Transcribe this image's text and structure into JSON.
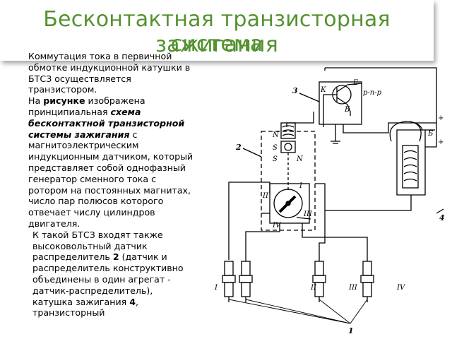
{
  "slide": {
    "title_line1": "Бесконтактная транзисторная система",
    "title_line2": "зажигания",
    "accent_color": "#54922f"
  },
  "body": {
    "p1": "Коммутация тока в первичной обмотке индукционной катушки в БТСЗ осуществляется транзистором.",
    "p2_a": "На ",
    "p2_b": "рисунке",
    "p2_c": " изображена принципиальная ",
    "p2_d": "схема бесконтактной транзисторной системы зажигания",
    "p2_e": " с магнитоэлектрическим индукционным датчиком, который представляет собой однофазный генератор сменного тока с ротором на постоянных магнитах, число пар полюсов которого отвечает числу цилиндров двигателя.",
    "p3_a": "К такой БТСЗ входят также высоковольтный датчик распределитель ",
    "p3_b": "2",
    "p3_c": " (датчик и распределитель конструктивно объединены в один агрегат - датчик-распределитель), катушка зажигания ",
    "p3_d": "4",
    "p3_e": ", транзисторный"
  },
  "diagram": {
    "labels": {
      "n1": "1",
      "n2": "2",
      "n3": "3",
      "n4": "4",
      "K": "К",
      "E": "Е",
      "B": "Б",
      "pnp": "р-п-р",
      "N_top": "N",
      "S_top": "S",
      "S_left": "S",
      "N_right": "N",
      "r_I": "I",
      "r_II": "II",
      "r_III": "III",
      "r_IV": "IV",
      "plus1": "+",
      "plus2": "+",
      "coilB": "Б",
      "p_I": "I",
      "p_II": "II",
      "p_III": "III",
      "p_IV": "IV"
    }
  }
}
